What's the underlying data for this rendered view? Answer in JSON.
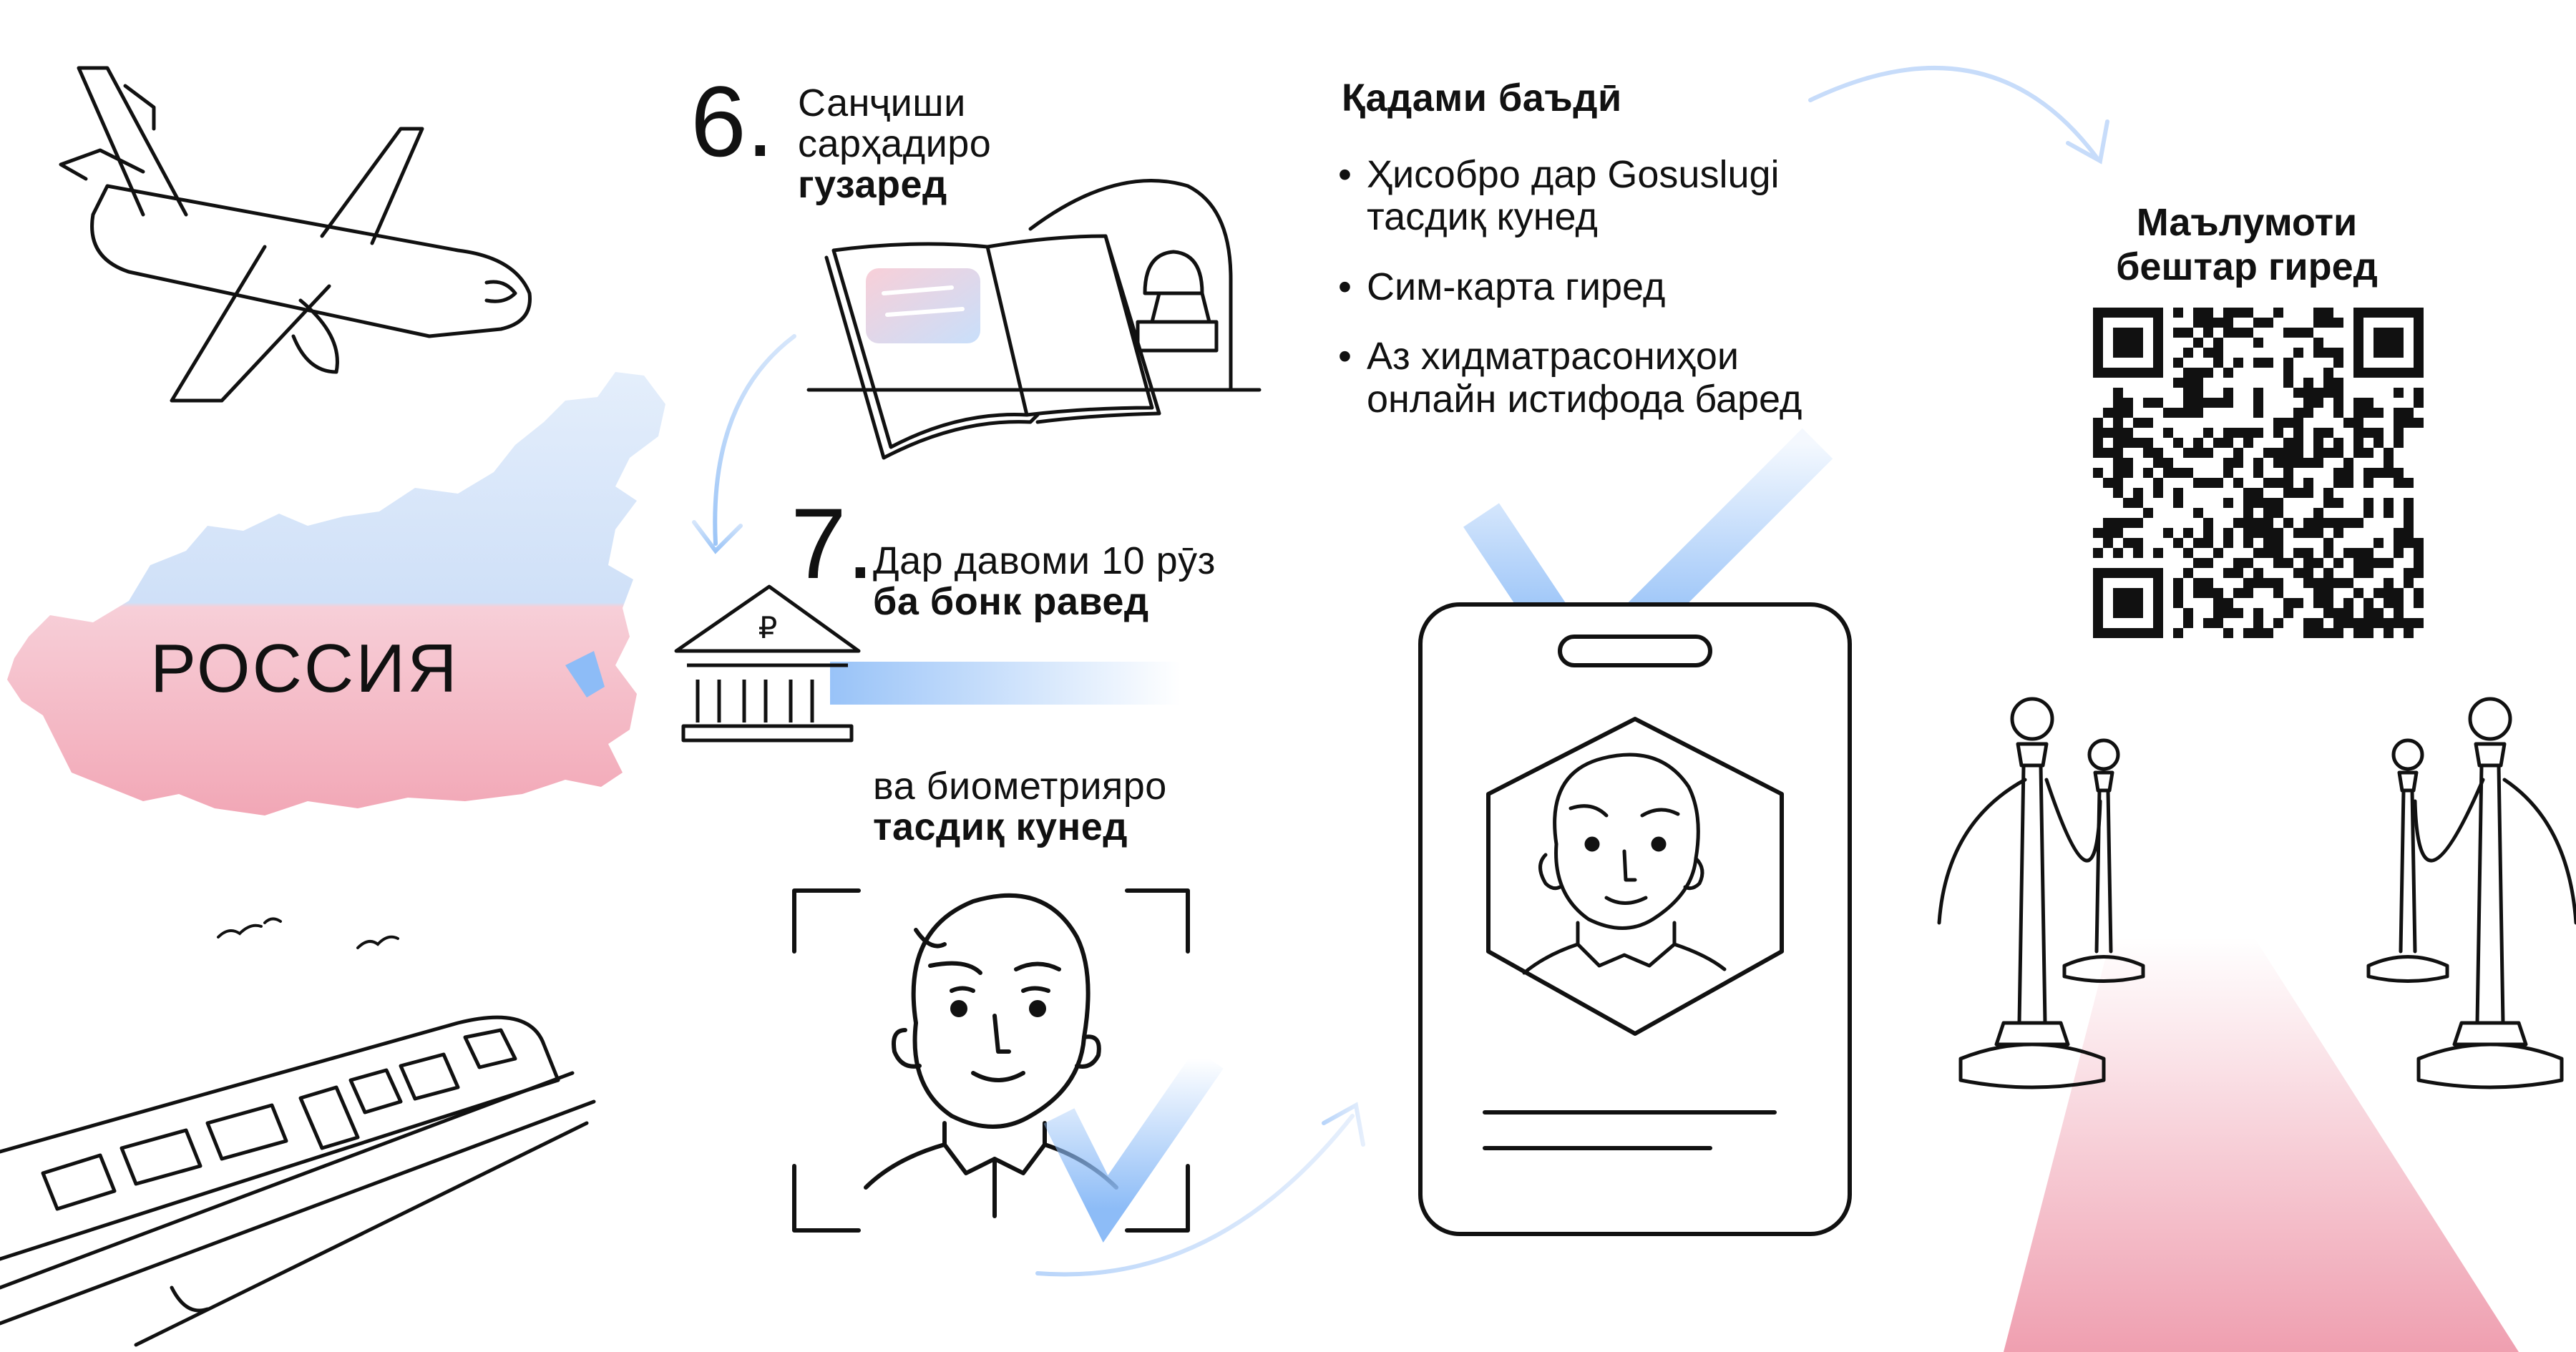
{
  "step6": {
    "number": "6.",
    "line1": "Санҷиши",
    "line2": "сарҳадиро",
    "line3": "гузаред"
  },
  "step7": {
    "number": "7.",
    "line1": "Дар давоми 10 рӯз",
    "line2": "ба бонк равед"
  },
  "biometry": {
    "line1": "ва биометрияро",
    "line2": "тасдиқ кунед"
  },
  "next_steps": {
    "title": "Қадами баъдӣ",
    "items": [
      {
        "line1": "Ҳисобро дар Gosuslugi",
        "line2": "тасдиқ кунед"
      },
      {
        "line1": "Сим-карта гиред",
        "line2": ""
      },
      {
        "line1": "Аз хидматрасониҳои",
        "line2": "онлайн истифода баред"
      }
    ]
  },
  "more_info": {
    "line1": "Маълумоти",
    "line2": "бештар гиред"
  },
  "russia_label": "РОССИЯ",
  "bank_currency": "₽",
  "colors": {
    "ink": "#111111",
    "blue": "#7fb4f5",
    "blue_light": "#d6e6fb",
    "pink": "#ee9aab",
    "pink_light": "#fbe2e7"
  },
  "icons": [
    "airplane-icon",
    "train-icon",
    "birds-icon",
    "passport-icon",
    "stamp-icon",
    "bank-icon",
    "face-scan-icon",
    "id-badge-icon",
    "qr-code-icon",
    "stanchion-icon"
  ]
}
